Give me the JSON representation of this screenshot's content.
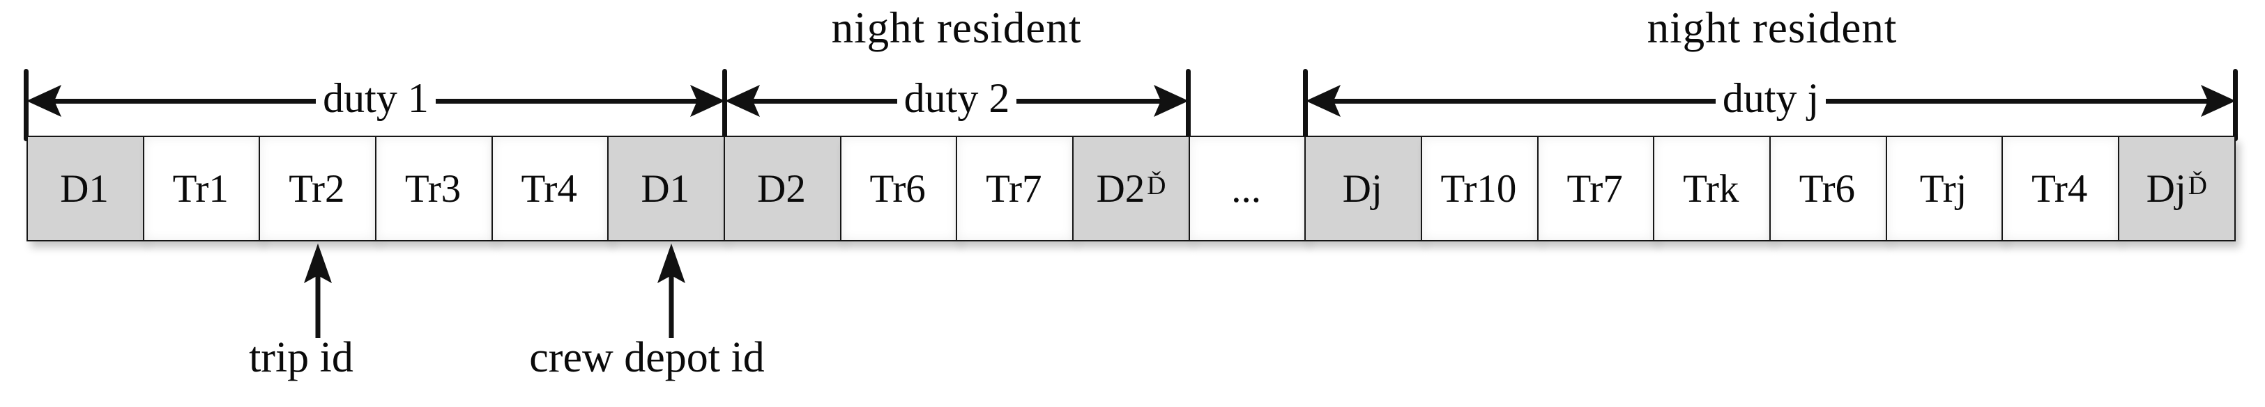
{
  "figure": {
    "night_resident_labels": [
      "night resident",
      "night resident"
    ],
    "duty_spans": [
      {
        "label": "duty 1"
      },
      {
        "label": "duty 2"
      },
      {
        "label": "duty j"
      }
    ],
    "cells": [
      {
        "text": "D1",
        "type": "depot"
      },
      {
        "text": "Tr1",
        "type": "trip"
      },
      {
        "text": "Tr2",
        "type": "trip"
      },
      {
        "text": "Tr3",
        "type": "trip"
      },
      {
        "text": "Tr4",
        "type": "trip"
      },
      {
        "text": "D1",
        "type": "depot"
      },
      {
        "text": "D2",
        "type": "depot"
      },
      {
        "text": "Tr6",
        "type": "trip"
      },
      {
        "text": "Tr7",
        "type": "trip"
      },
      {
        "text": "D2",
        "sup": "Ď",
        "type": "depot"
      },
      {
        "text": "...",
        "type": "ellipsis"
      },
      {
        "text": "Dj",
        "type": "depot"
      },
      {
        "text": "Tr10",
        "type": "trip"
      },
      {
        "text": "Tr7",
        "type": "trip"
      },
      {
        "text": "Trk",
        "type": "trip"
      },
      {
        "text": "Tr6",
        "type": "trip"
      },
      {
        "text": "Trj",
        "type": "trip"
      },
      {
        "text": "Tr4",
        "type": "trip"
      },
      {
        "text": "Dj",
        "sup": "Ď",
        "type": "depot"
      }
    ],
    "annotations": [
      {
        "label": "trip id"
      },
      {
        "label": "crew depot id"
      }
    ],
    "colors": {
      "depot_fill": "#d3d3d3",
      "trip_fill": "#ffffff",
      "line": "#111111",
      "text": "#0a0a0a"
    }
  }
}
